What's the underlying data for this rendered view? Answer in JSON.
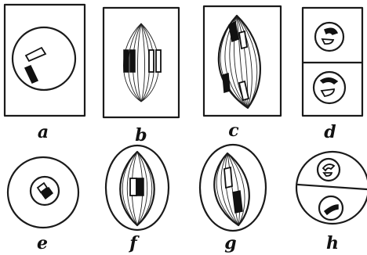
{
  "figure": {
    "panels": [
      {
        "id": "a",
        "label": "a"
      },
      {
        "id": "b",
        "label": "b"
      },
      {
        "id": "c",
        "label": "c"
      },
      {
        "id": "d",
        "label": "d"
      },
      {
        "id": "e",
        "label": "e"
      },
      {
        "id": "f",
        "label": "f"
      },
      {
        "id": "g",
        "label": "g"
      },
      {
        "id": "h",
        "label": "h"
      }
    ],
    "colors": {
      "ink": "#111111",
      "background": "#ffffff"
    }
  }
}
